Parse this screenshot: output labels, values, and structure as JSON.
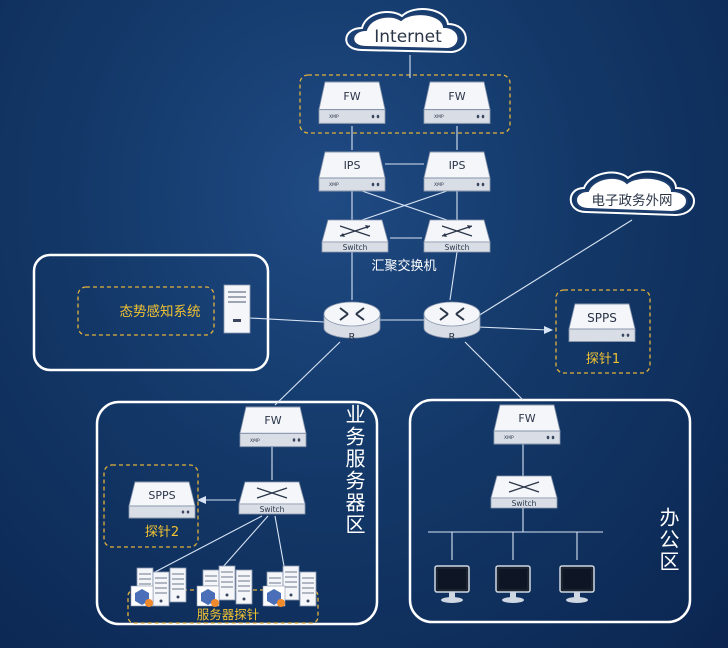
{
  "internet": "Internet",
  "egov_net": "电子政务外网",
  "devices": {
    "fw": "FW",
    "ips": "IPS",
    "switch": "Switch",
    "router": "R",
    "spps": "SPPS",
    "small_tag": "XMP"
  },
  "labels": {
    "agg_switch": "汇聚交换机",
    "situational": "态势感知系统",
    "probe1": "探针1",
    "probe2": "探针2",
    "server_probe": "服务器探针",
    "business_zone": "业务服务器区",
    "office_zone": "办公区"
  },
  "colors": {
    "background": "#133868",
    "accent": "#f1c232",
    "line": "#d8e3f3"
  }
}
